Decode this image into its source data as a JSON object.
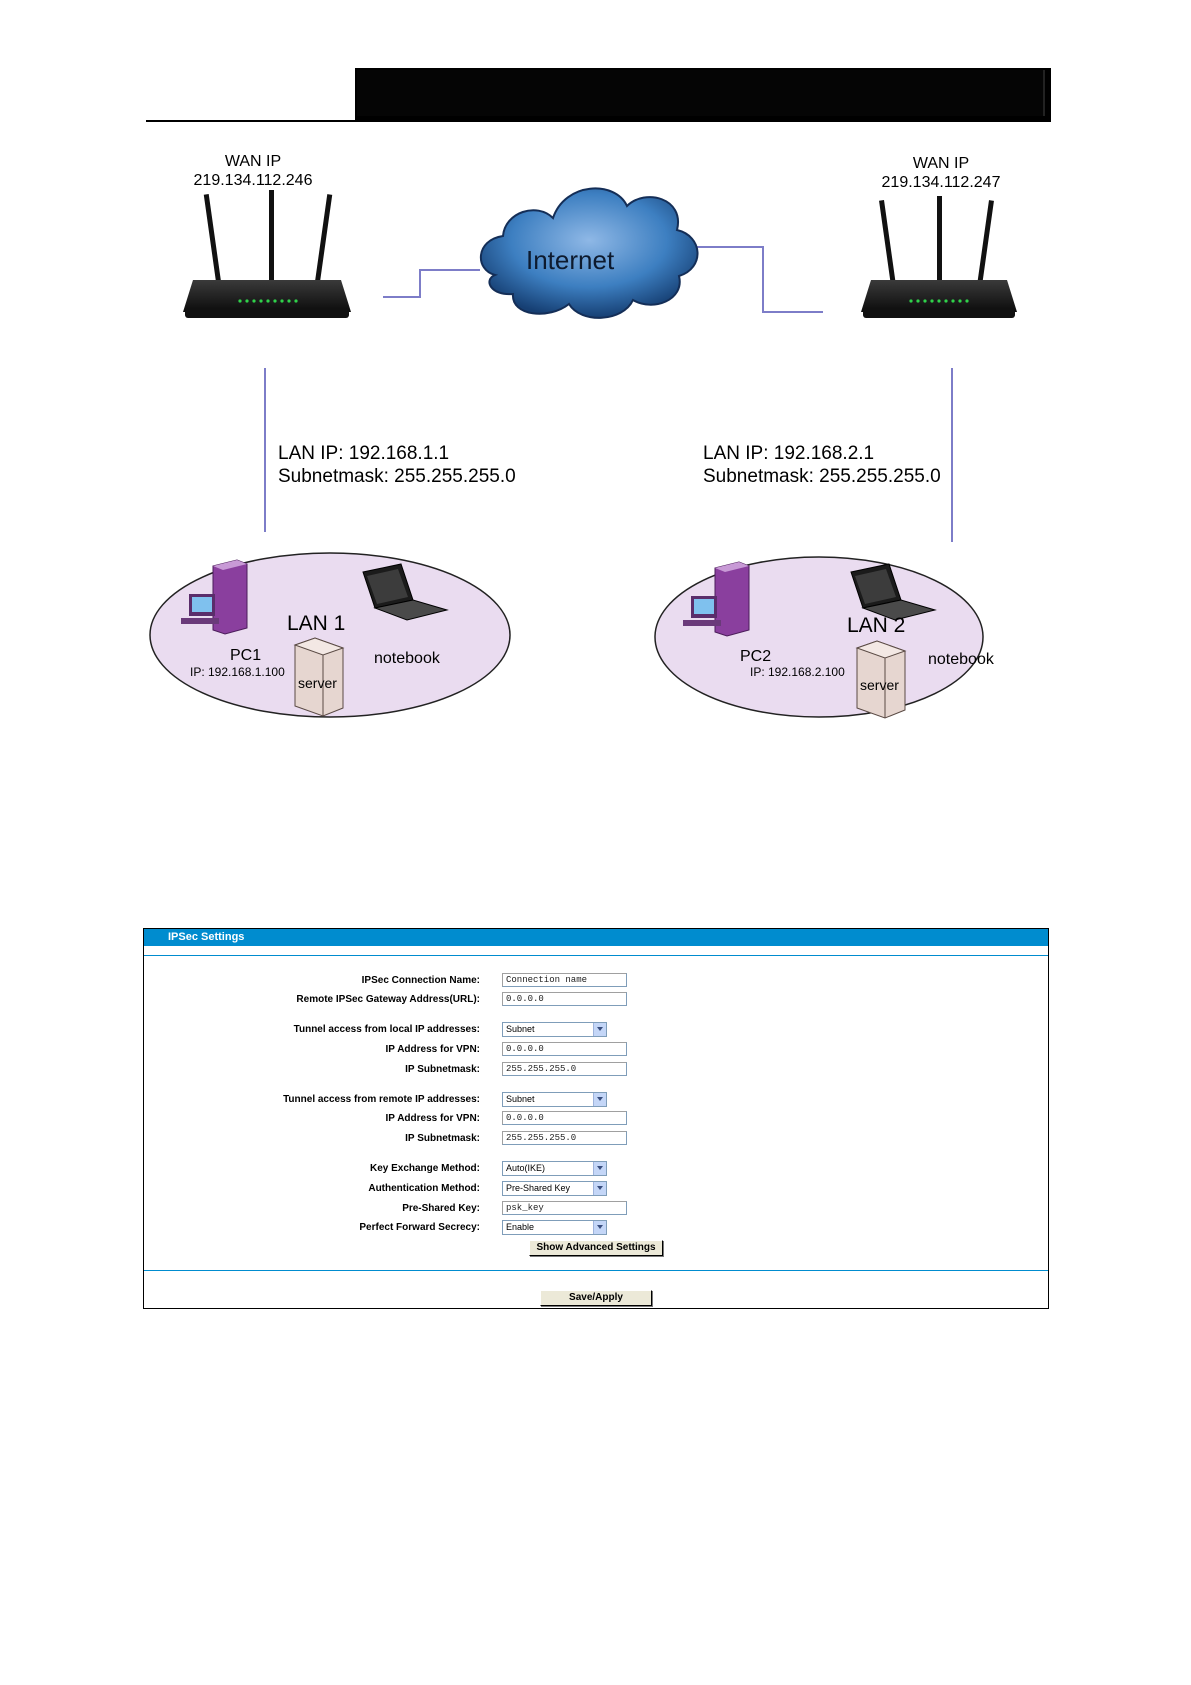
{
  "diagram": {
    "router_left": {
      "wan_title": "WAN IP",
      "wan_ip": "219.134.112.246"
    },
    "router_right": {
      "wan_title": "WAN IP",
      "wan_ip": "219.134.112.247"
    },
    "internet_label": "Internet",
    "lan_left": {
      "lan_ip": "LAN IP: 192.168.1.1",
      "subnetmask": "Subnetmask: 255.255.255.0",
      "name": "LAN 1",
      "pc_name": "PC1",
      "pc_ip": "IP: 192.168.1.100",
      "notebook": "notebook",
      "server": "server"
    },
    "lan_right": {
      "lan_ip": "LAN IP: 192.168.2.1",
      "subnetmask": "Subnetmask: 255.255.255.0",
      "name": "LAN 2",
      "pc_name": "PC2",
      "pc_ip": "IP: 192.168.2.100",
      "notebook": "notebook",
      "server": "server"
    }
  },
  "ipsec": {
    "title": "IPSec Settings",
    "fields": {
      "connection_name": {
        "label": "IPSec Connection Name:",
        "value": "Connection name"
      },
      "remote_gateway": {
        "label": "Remote IPSec Gateway Address(URL):",
        "value": "0.0.0.0"
      },
      "local_access": {
        "label": "Tunnel access from local IP addresses:",
        "value": "Subnet"
      },
      "local_ip": {
        "label": "IP Address for VPN:",
        "value": "0.0.0.0"
      },
      "local_mask": {
        "label": "IP Subnetmask:",
        "value": "255.255.255.0"
      },
      "remote_access": {
        "label": "Tunnel access from remote IP addresses:",
        "value": "Subnet"
      },
      "remote_ip": {
        "label": "IP Address for VPN:",
        "value": "0.0.0.0"
      },
      "remote_mask": {
        "label": "IP Subnetmask:",
        "value": "255.255.255.0"
      },
      "key_exchange": {
        "label": "Key Exchange Method:",
        "value": "Auto(IKE)"
      },
      "auth_method": {
        "label": "Authentication Method:",
        "value": "Pre-Shared Key"
      },
      "psk": {
        "label": "Pre-Shared Key:",
        "value": "psk_key"
      },
      "pfs": {
        "label": "Perfect Forward Secrecy:",
        "value": "Enable"
      }
    },
    "advanced_button": "Show Advanced Settings",
    "save_button": "Save/Apply"
  },
  "colors": {
    "accent": "#008ccf",
    "cloud": "#3d7fc1",
    "lan_fill": "#eadcf0",
    "link_line": "#7d7dc8"
  }
}
